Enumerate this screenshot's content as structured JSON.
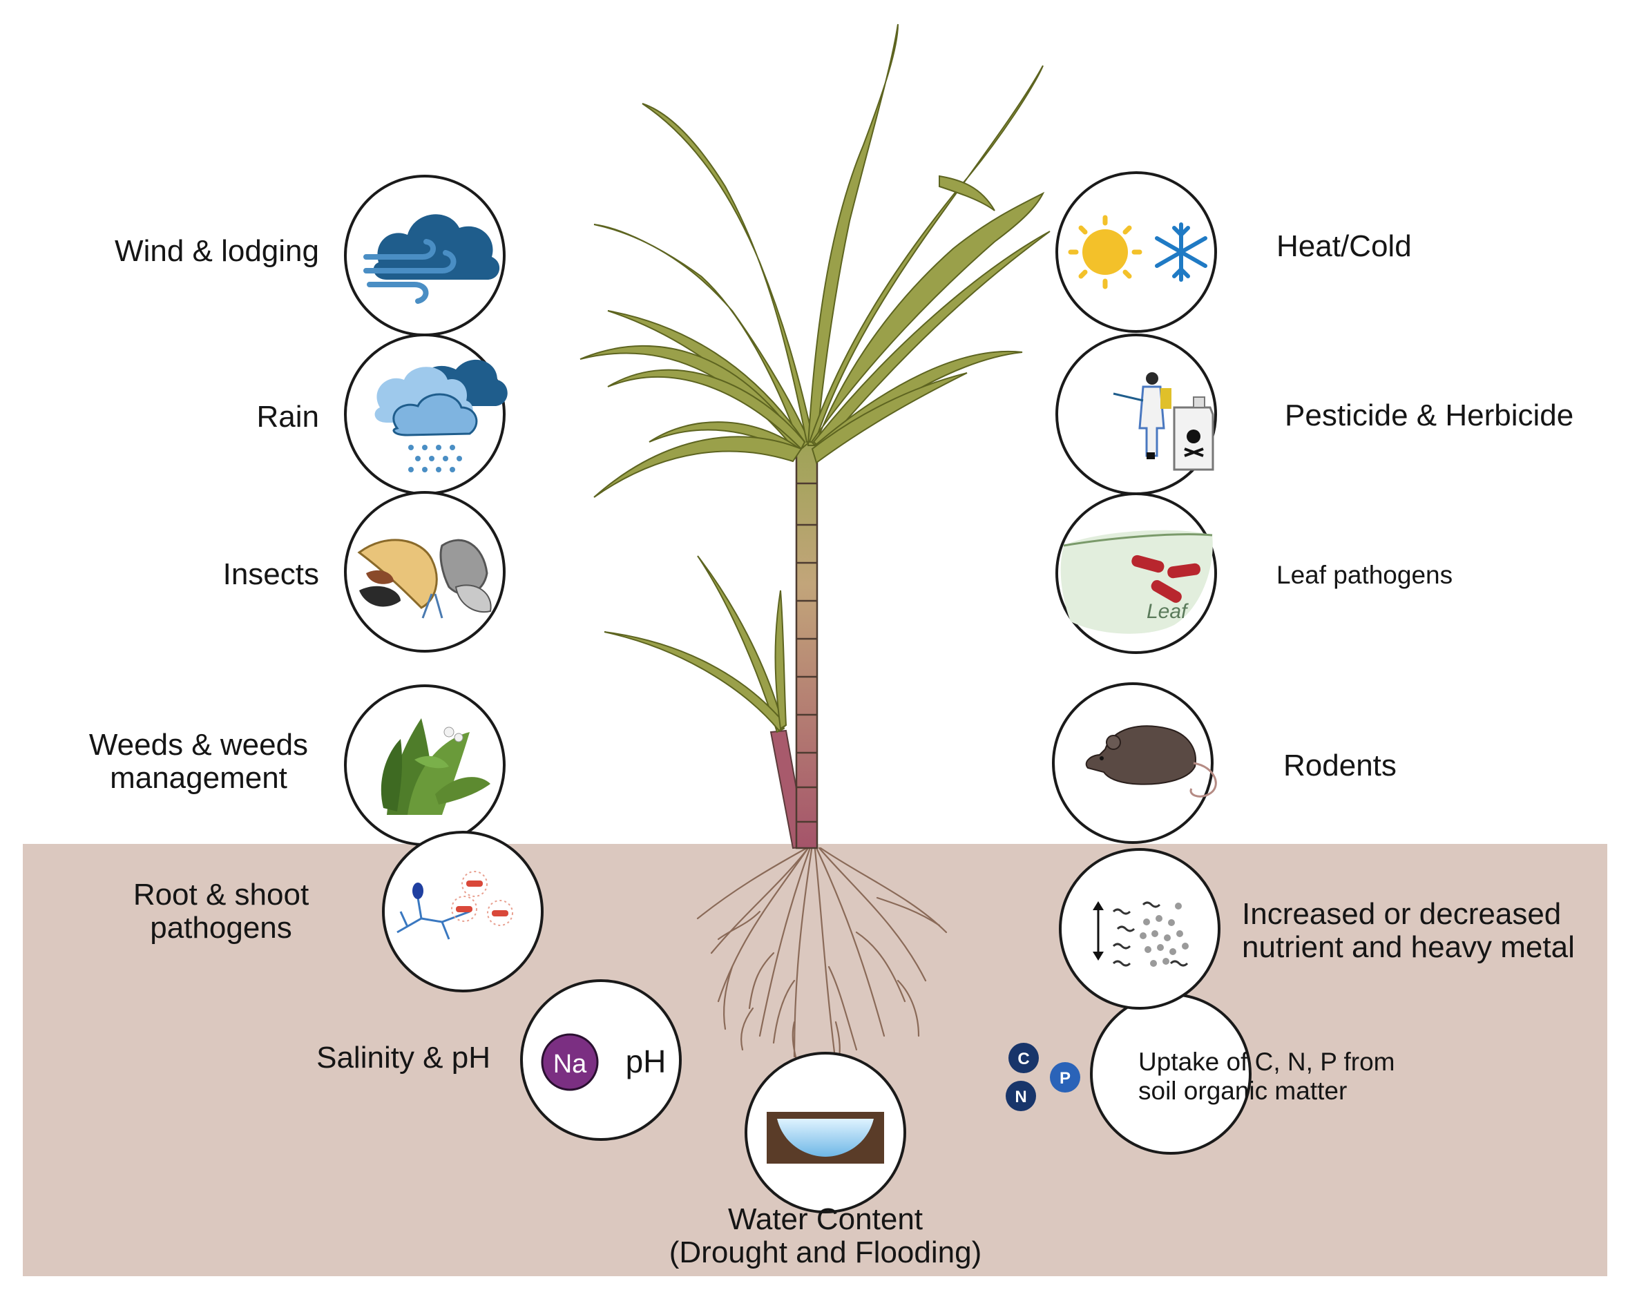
{
  "stressors": {
    "wind": {
      "label": "Wind & lodging",
      "icon": "wind-cloud-icon"
    },
    "rain": {
      "label": "Rain",
      "icon": "rain-cloud-icon"
    },
    "insects": {
      "label": "Insects",
      "icon": "insects-icon"
    },
    "weeds": {
      "label_line1": "Weeds & weeds",
      "label_line2": "management",
      "icon": "weeds-icon"
    },
    "root_pathogens": {
      "label_line1": "Root & shoot",
      "label_line2": "pathogens",
      "icon": "pathogens-icon"
    },
    "salinity": {
      "label": "Salinity & pH",
      "icon": "salinity-ph-icon",
      "badge": "Na",
      "ph": "pH"
    },
    "water": {
      "label_line1": "Water Content",
      "label_line2": "(Drought and Flooding)",
      "icon": "water-basin-icon"
    },
    "heat_cold": {
      "label": "Heat/Cold",
      "icon": "sun-snowflake-icon"
    },
    "pesticide": {
      "label": "Pesticide  & Herbicide",
      "icon": "sprayer-icon"
    },
    "leaf_pathogens": {
      "label": "Leaf pathogens",
      "icon": "leaf-bacteria-icon",
      "leaf_text": "Leaf"
    },
    "rodents": {
      "label": "Rodents",
      "icon": "rat-icon"
    },
    "nutrients": {
      "label_line1": "Increased or decreased",
      "label_line2": "nutrient and heavy metal",
      "icon": "nutrient-particles-icon"
    },
    "uptake": {
      "label_line1": "Uptake of C, N, P from",
      "label_line2": "soil organic matter",
      "icon": "cnp-atoms-icon",
      "c": "C",
      "n": "N",
      "p": "P"
    }
  },
  "colors": {
    "soil": "#dbc8bf",
    "leaf": "#9aa04a",
    "stalk_top": "#a7a85a",
    "stalk_bottom": "#a5546a",
    "root": "#8a6a58",
    "cloud_dark": "#1f5d8c",
    "cloud_light": "#9ec9ec",
    "sodium": "#7b2f82"
  }
}
